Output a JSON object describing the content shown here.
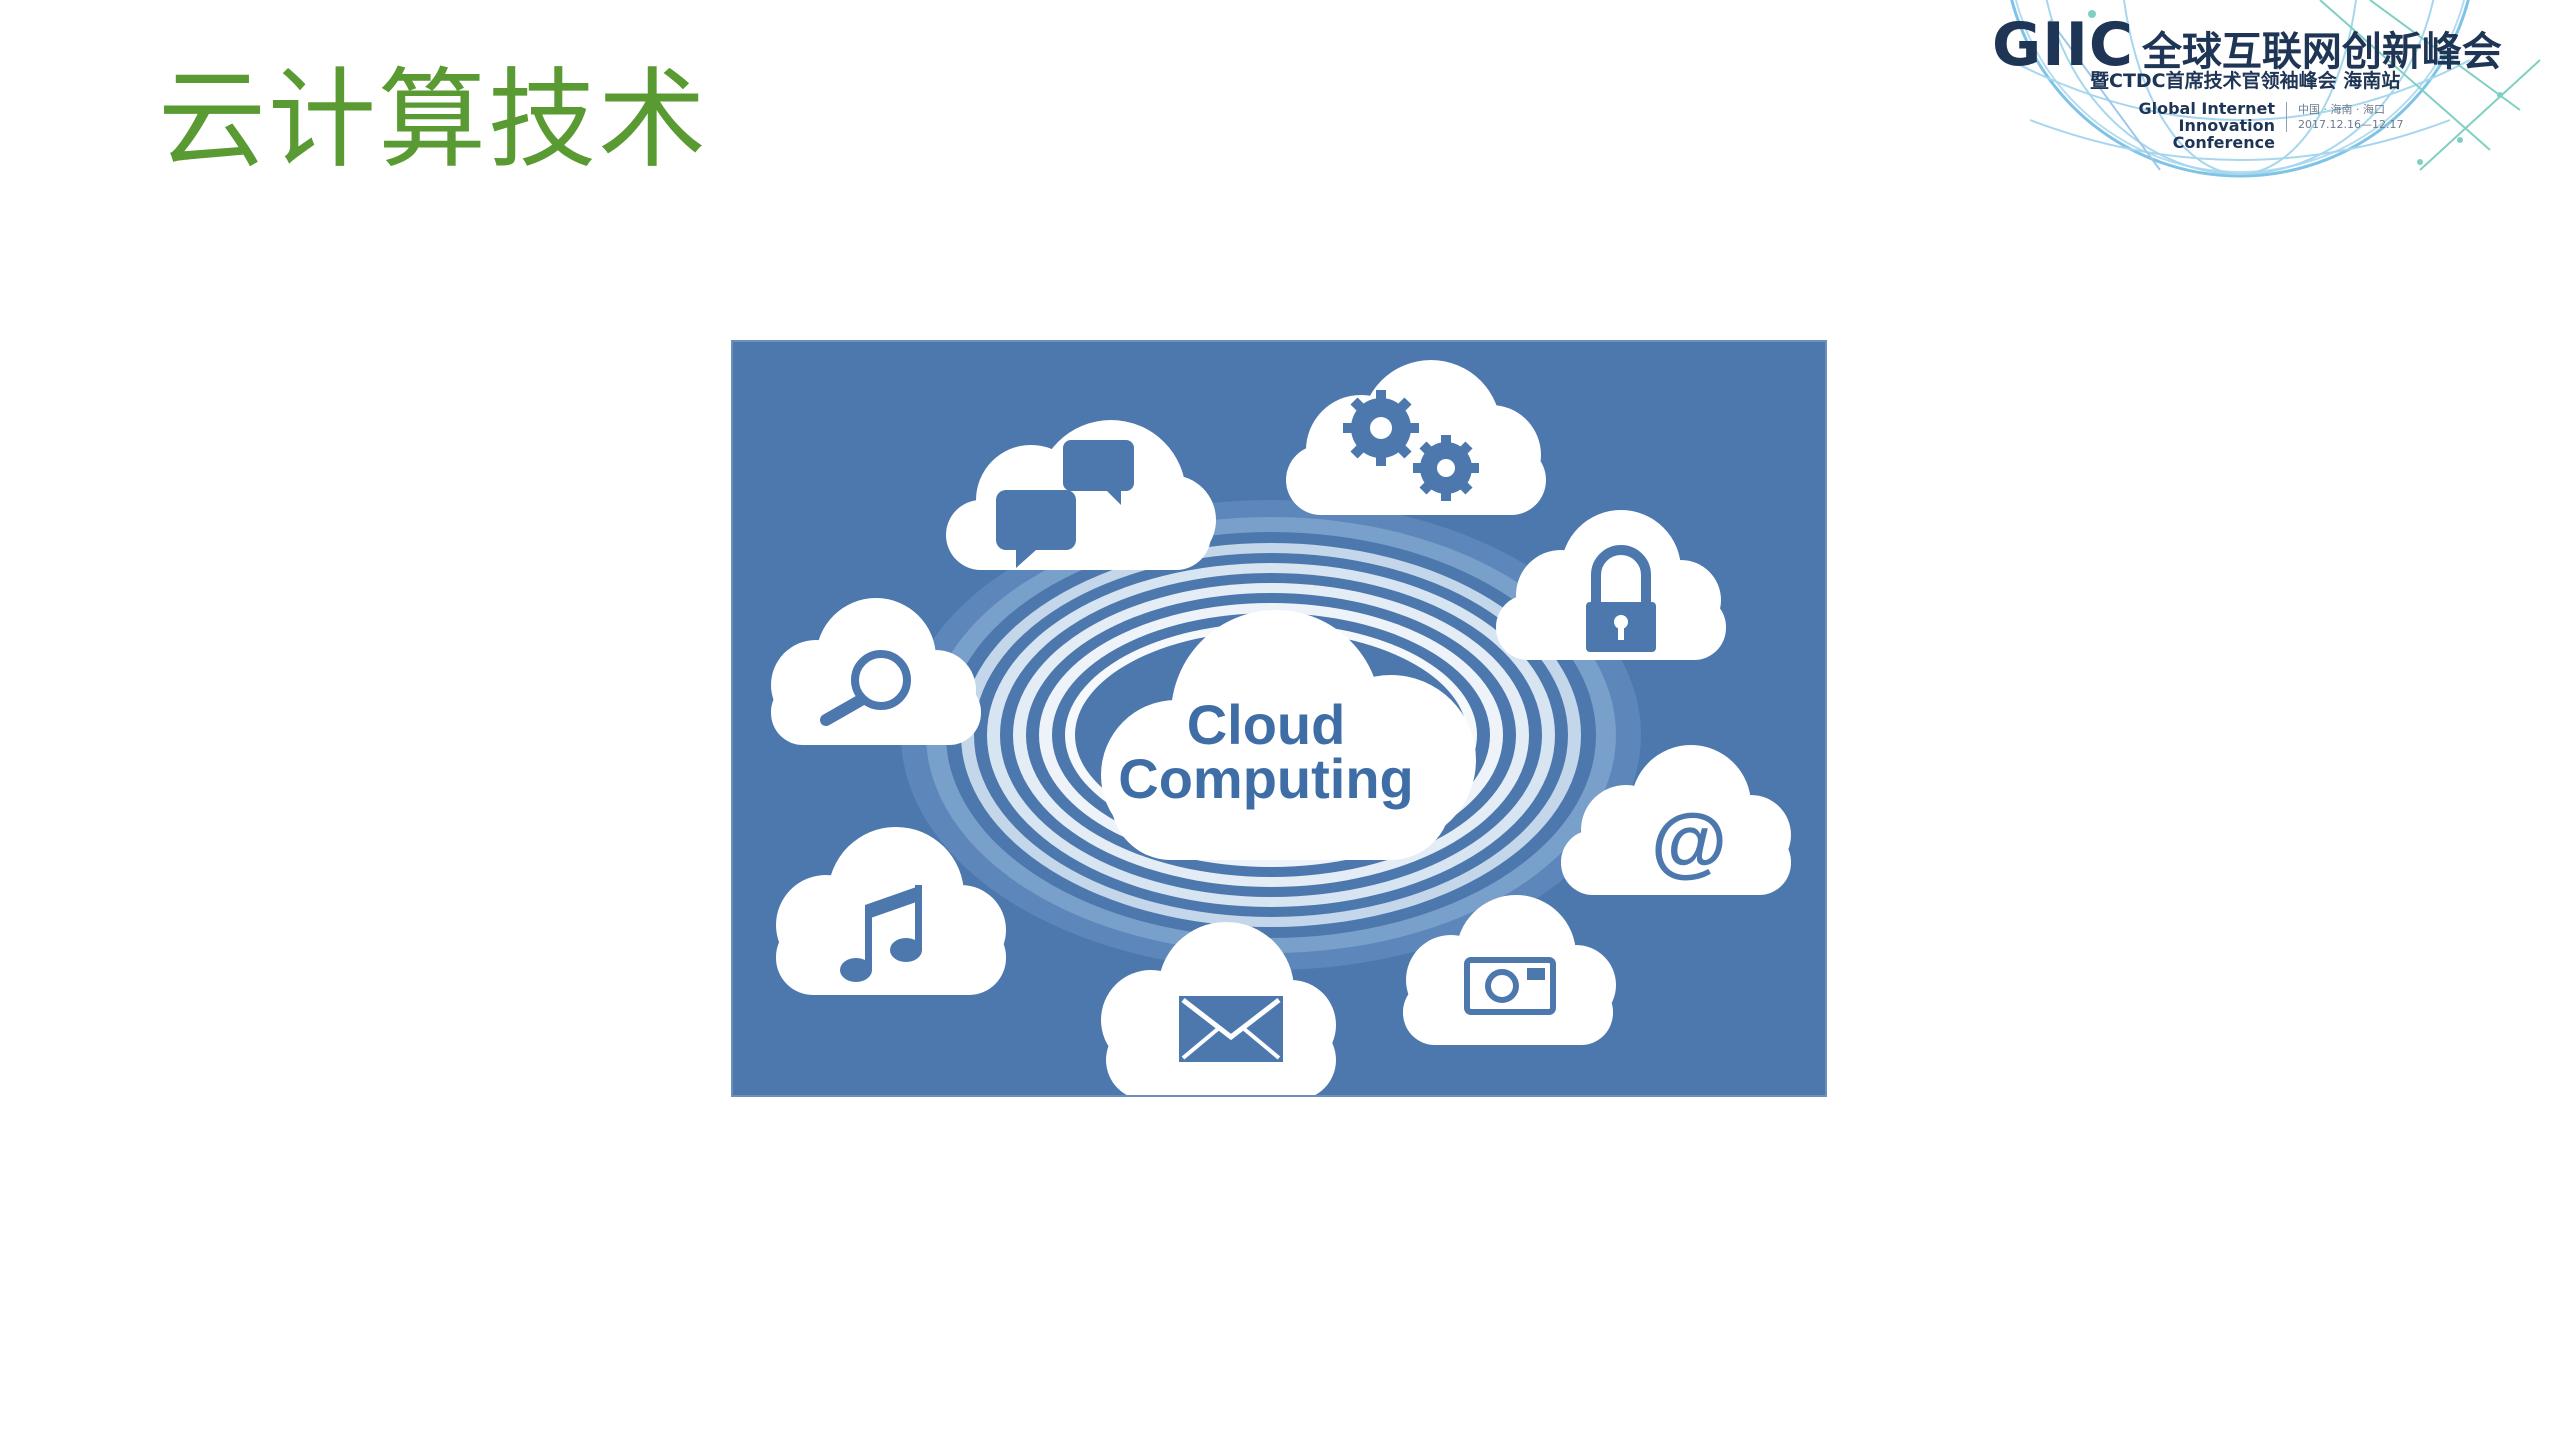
{
  "slide": {
    "title": "云计算技术"
  },
  "logo": {
    "brand": "GIIC",
    "brand_cn": "全球互联网创新峰会",
    "subtitle": "暨CTDC首席技术官领袖峰会  海南站",
    "english_line1": "Global Internet",
    "english_line2": "Innovation Conference",
    "location": "中国 · 海南 · 海口",
    "date": "2017.12.16—12.17"
  },
  "illustration": {
    "center_line1": "Cloud",
    "center_line2": "Computing",
    "background_color": "#4d78ae",
    "icons": [
      "chat-bubbles-icon",
      "gears-icon",
      "lock-icon",
      "search-icon",
      "at-sign-icon",
      "music-note-icon",
      "envelope-icon",
      "camera-icon"
    ]
  },
  "colors": {
    "title_green": "#5a9a32",
    "logo_navy": "#1f3556"
  }
}
